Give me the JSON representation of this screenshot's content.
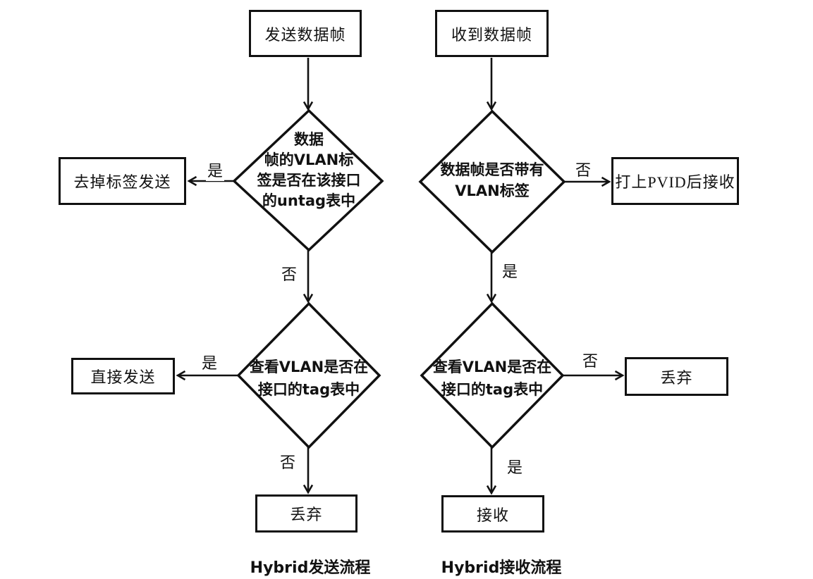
{
  "page": {
    "background_color": "#ffffff",
    "line_color": "#111111"
  },
  "flows": {
    "left": {
      "caption": "Hybrid发送流程",
      "start_box": "发送数据帧",
      "decision1_lines": [
        "数据",
        "帧的VLAN标",
        "签是否在该接口",
        "的untag表中"
      ],
      "decision1_yes_label": "是",
      "yes1_box": "去掉标签发送",
      "decision1_no_label": "否",
      "decision2_lines": [
        "查看VLAN是否在",
        "接口的tag表中"
      ],
      "decision2_yes_label": "是",
      "yes2_box": "直接发送",
      "decision2_no_label": "否",
      "end_box": "丢弃"
    },
    "right": {
      "caption": "Hybrid接收流程",
      "start_box": "收到数据帧",
      "decision1_lines": [
        "数据帧是否带有",
        "VLAN标签"
      ],
      "decision1_no_label": "否",
      "no1_box": "打上PVID后接收",
      "decision1_yes_label": "是",
      "decision2_lines": [
        "查看VLAN是否在",
        "接口的tag表中"
      ],
      "decision2_no_label": "否",
      "no2_box": "丢弃",
      "decision2_yes_label": "是",
      "end_box": "接收"
    }
  }
}
